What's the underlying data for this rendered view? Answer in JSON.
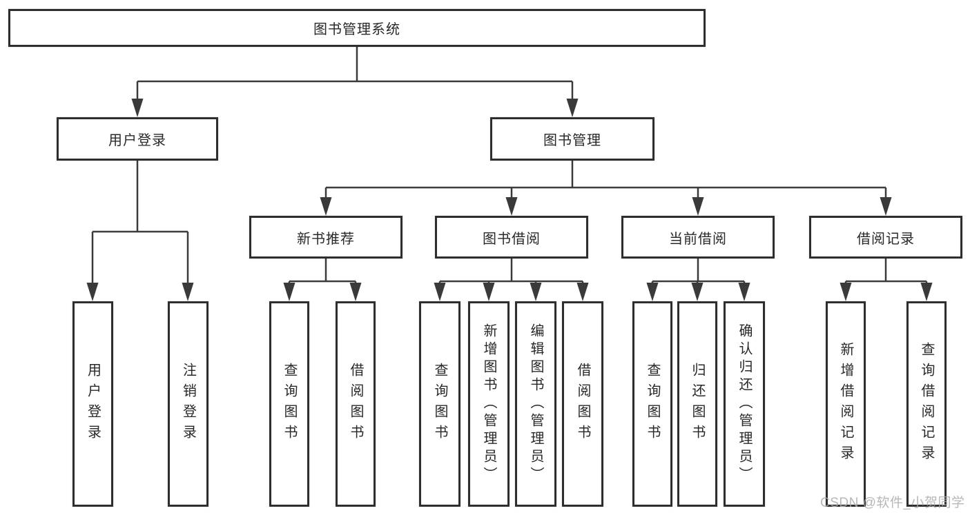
{
  "nodes": {
    "root": "图书管理系统",
    "level2": [
      "用户登录",
      "图书管理"
    ],
    "level3": [
      "新书推荐",
      "图书借阅",
      "当前借阅",
      "借阅记录"
    ],
    "leaves_user_login": [
      "用户登录",
      "注销登录"
    ],
    "leaves_new_books": [
      "查询图书",
      "借阅图书"
    ],
    "leaves_book_borrow": [
      "查询图书",
      "新增图书（管理员）",
      "编辑图书（管理员）",
      "借阅图书"
    ],
    "leaves_current_borrow": [
      "查询图书",
      "归还图书",
      "确认归还（管理员）"
    ],
    "leaves_borrow_records": [
      "新增借阅记录",
      "查询借阅记录"
    ]
  },
  "colors": {
    "line": "#3a3a3a",
    "box_border": "#2e2e2e",
    "text": "#282828",
    "watermark": "#aaaaaa"
  },
  "watermark": "CSDN @软件_小贺同学"
}
